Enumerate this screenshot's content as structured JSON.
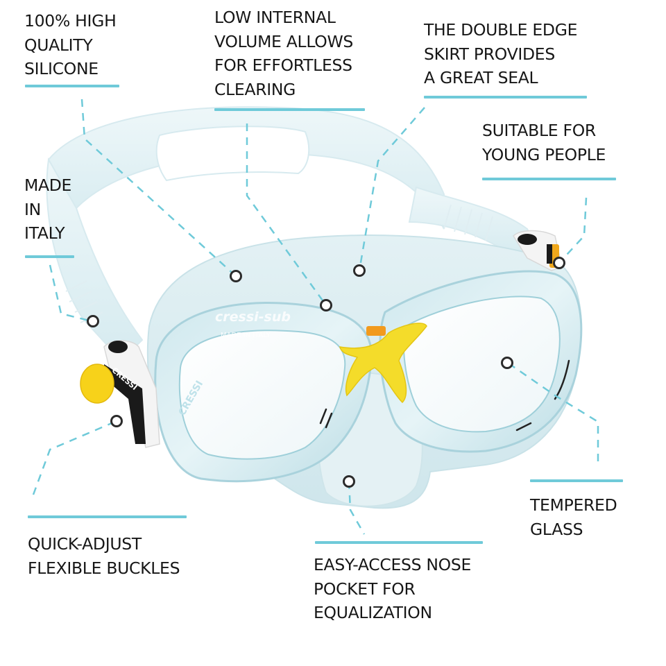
{
  "accent_color": "#6fcad9",
  "text_color": "#161616",
  "marker_color": "#2b2b2b",
  "mask_colors": {
    "silicone": "#dbeef2",
    "silicone_edge": "#c4e2e8",
    "buckle_yellow": "#f7d21a",
    "nose_bridge_yellow": "#f4dc2a",
    "buckle_black": "#1a1a1a"
  },
  "product": {
    "brand_on_frame": "cressi-sub",
    "frame_text": "MADE IN ITALY",
    "buckle_text": "CRESSI",
    "lens_text": "CRESSI"
  },
  "callouts": [
    {
      "id": "silicone",
      "lines": [
        "100% HIGH",
        "QUALITY",
        "SILICONE"
      ]
    },
    {
      "id": "low-volume",
      "lines": [
        "LOW INTERNAL",
        "VOLUME ALLOWS",
        "FOR EFFORTLESS",
        "CLEARING"
      ]
    },
    {
      "id": "double-edge-skirt",
      "lines": [
        "THE DOUBLE EDGE",
        "SKIRT PROVIDES",
        "A GREAT SEAL"
      ]
    },
    {
      "id": "young-people",
      "lines": [
        "SUITABLE FOR",
        "YOUNG PEOPLE"
      ]
    },
    {
      "id": "made-in-italy",
      "lines": [
        "MADE",
        "IN",
        "ITALY"
      ]
    },
    {
      "id": "buckles",
      "lines": [
        "QUICK-ADJUST",
        "FLEXIBLE BUCKLES"
      ]
    },
    {
      "id": "nose-pocket",
      "lines": [
        "EASY-ACCESS NOSE",
        "POCKET FOR",
        "EQUALIZATION"
      ]
    },
    {
      "id": "tempered-glass",
      "lines": [
        "TEMPERED",
        "GLASS"
      ]
    }
  ]
}
